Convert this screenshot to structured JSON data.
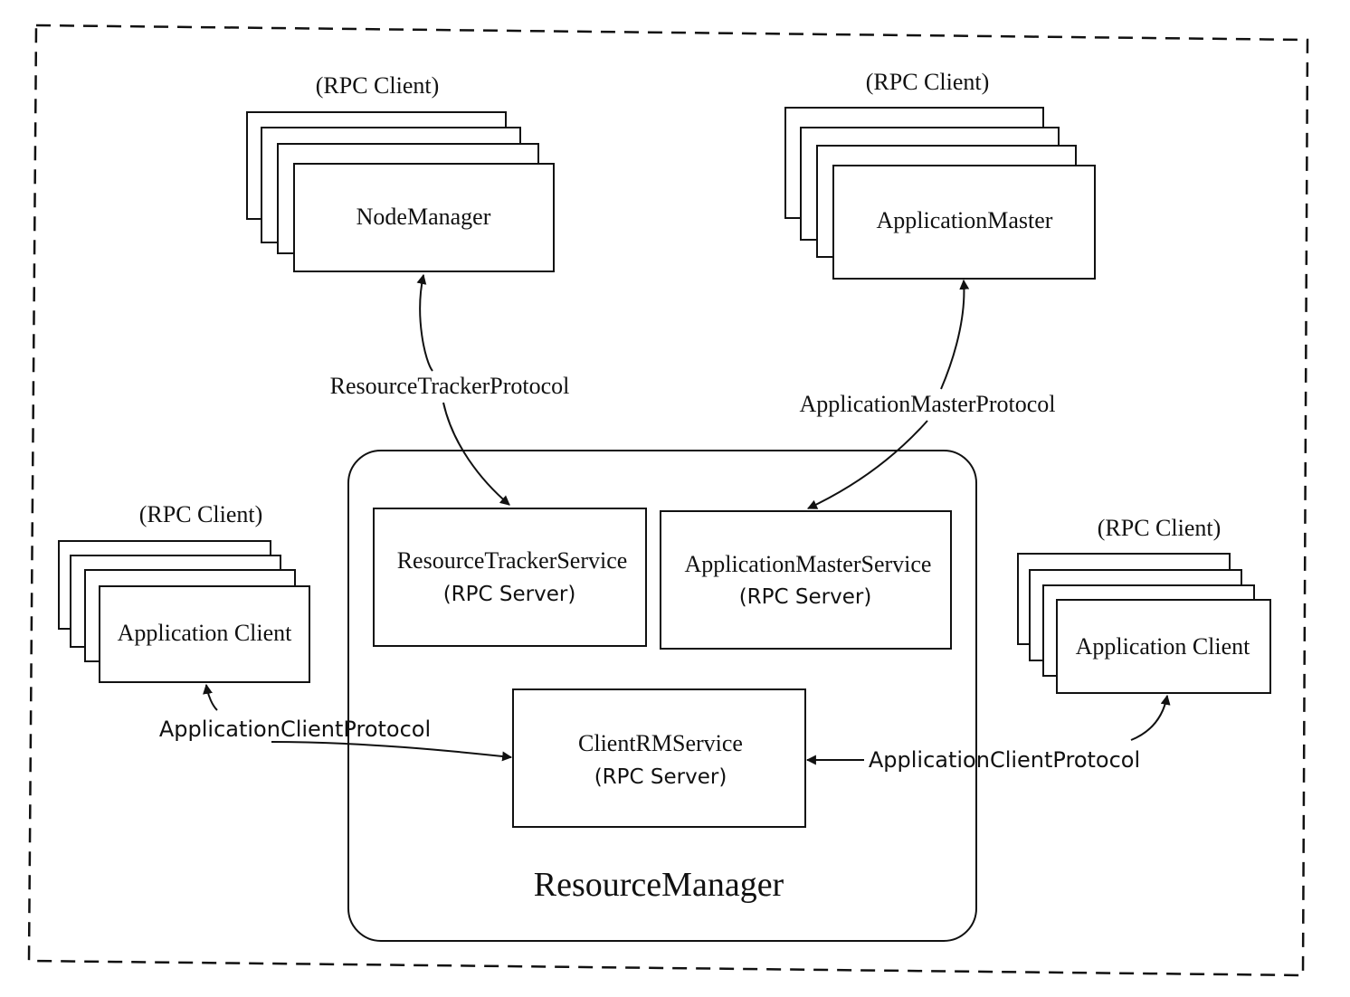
{
  "stack_caption": "(RPC Client)",
  "node_manager": {
    "label": "NodeManager"
  },
  "application_master": {
    "label": "ApplicationMaster"
  },
  "application_client": {
    "label": "Application Client"
  },
  "resource_manager": {
    "label": "ResourceManager",
    "services": {
      "tracker": {
        "name": "ResourceTrackerService",
        "role": "(RPC Server)"
      },
      "master": {
        "name": "ApplicationMasterService",
        "role": "(RPC Server)"
      },
      "client": {
        "name": "ClientRMService",
        "role": "(RPC Server)"
      }
    }
  },
  "protocols": {
    "resource_tracker": "ResourceTrackerProtocol",
    "application_master": "ApplicationMasterProtocol",
    "application_client": "ApplicationClientProtocol"
  }
}
